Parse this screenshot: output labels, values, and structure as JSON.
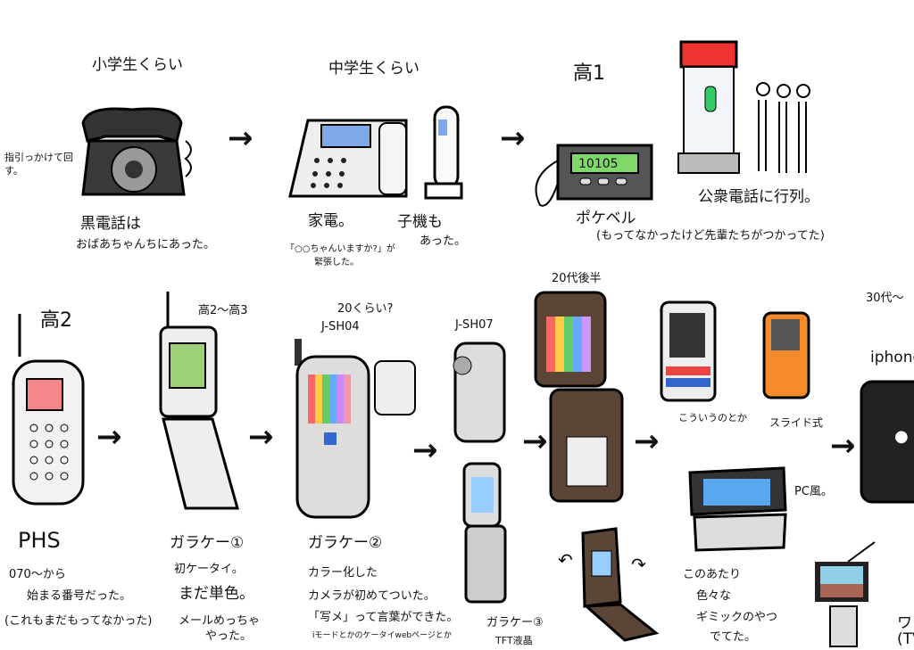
{
  "row1": {
    "elementary": "小学生くらい",
    "rotary_note": "指引っかけて回す。",
    "rotary_caption": [
      "黒電話は",
      "おばあちゃんちにあった。"
    ],
    "junior": "中学生くらい",
    "home_phone": "家電。",
    "cordless": [
      "子機も",
      "あった。"
    ],
    "home_note": [
      "「○○ちゃんいますか?」が",
      "緊張した。"
    ],
    "high1": "高1",
    "pager_display": "10105",
    "pager": "ポケベル",
    "pager_note": "(もってなかったけど先輩たちがつかってた)",
    "payphone": "公衆電話に行列。"
  },
  "row2": {
    "high2": "高2",
    "high23": "高2〜高3",
    "age20": "20くらい?",
    "jsh04": "J-SH04",
    "jsh07": "J-SH07",
    "late20s": "20代後半",
    "age30s": "30代〜",
    "iphone": "iphone",
    "phs": {
      "title": "PHS",
      "lines": [
        "070〜から",
        "始まる番号だった。",
        "(これもまだもってなかった)"
      ]
    },
    "g1": {
      "title": "ガラケー①",
      "lines": [
        "初ケータイ。",
        "まだ単色。",
        "メールめっちゃ",
        "やった。"
      ]
    },
    "g2": {
      "title": "ガラケー②",
      "lines": [
        "カラー化した",
        "カメラが初めてついた。",
        "「写メ」って言葉ができた。",
        "iモードとかのケータイwebページとか"
      ]
    },
    "g3": {
      "title": "ガラケー③",
      "lines": [
        "TFT液晶"
      ]
    },
    "this_kind": "こういうのとか",
    "slide": "スライド式",
    "pc_style": "PC風。",
    "gimmick": [
      "このあたり",
      "色々な",
      "ギミックのやつ",
      "でてた。"
    ],
    "oneseg": [
      "ワンセ",
      "(TV"
    ]
  }
}
